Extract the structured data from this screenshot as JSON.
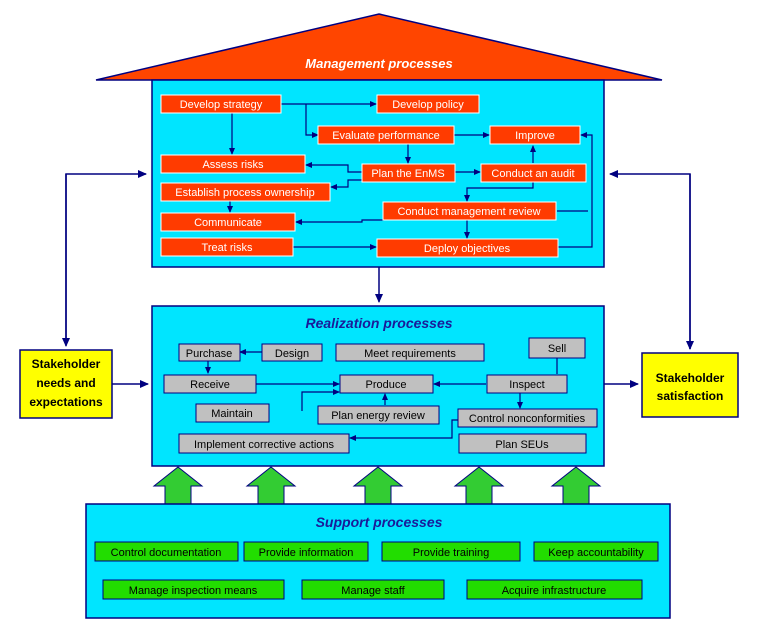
{
  "management": {
    "title": "Management processes",
    "boxes": {
      "develop_strategy": "Develop strategy",
      "develop_policy": "Develop policy",
      "evaluate_performance": "Evaluate performance",
      "improve": "Improve",
      "assess_risks": "Assess risks",
      "plan_enms": "Plan the EnMS",
      "conduct_audit": "Conduct an audit",
      "establish_ownership": "Establish process ownership",
      "conduct_review": "Conduct management review",
      "communicate": "Communicate",
      "treat_risks": "Treat risks",
      "deploy_objectives": "Deploy objectives"
    }
  },
  "realization": {
    "title": "Realization processes",
    "boxes": {
      "purchase": "Purchase",
      "design": "Design",
      "meet_requirements": "Meet requirements",
      "sell": "Sell",
      "receive": "Receive",
      "produce": "Produce",
      "inspect": "Inspect",
      "maintain": "Maintain",
      "plan_energy_review": "Plan energy review",
      "control_nonconformities": "Control nonconformities",
      "implement_corrective": "Implement corrective actions",
      "plan_seus": "Plan SEUs"
    }
  },
  "support": {
    "title": "Support processes",
    "boxes": {
      "control_documentation": "Control documentation",
      "provide_information": "Provide information",
      "provide_training": "Provide training",
      "keep_accountability": "Keep accountability",
      "manage_inspection": "Manage inspection means",
      "manage_staff": "Manage staff",
      "acquire_infrastructure": "Acquire infrastructure"
    }
  },
  "stakeholder_needs": [
    "Stakeholder",
    "needs and",
    "expectations"
  ],
  "stakeholder_satisfaction": [
    "Stakeholder",
    "satisfaction"
  ],
  "colors": {
    "panel": "#00e5ff",
    "red_box": "#ff3b00",
    "gray_box": "#c0c0c0",
    "green_box": "#22dd00",
    "yellow_box": "#ffff00",
    "arrow": "#000080",
    "roof": "#ff4500",
    "green_arrow": "#33cc33"
  }
}
